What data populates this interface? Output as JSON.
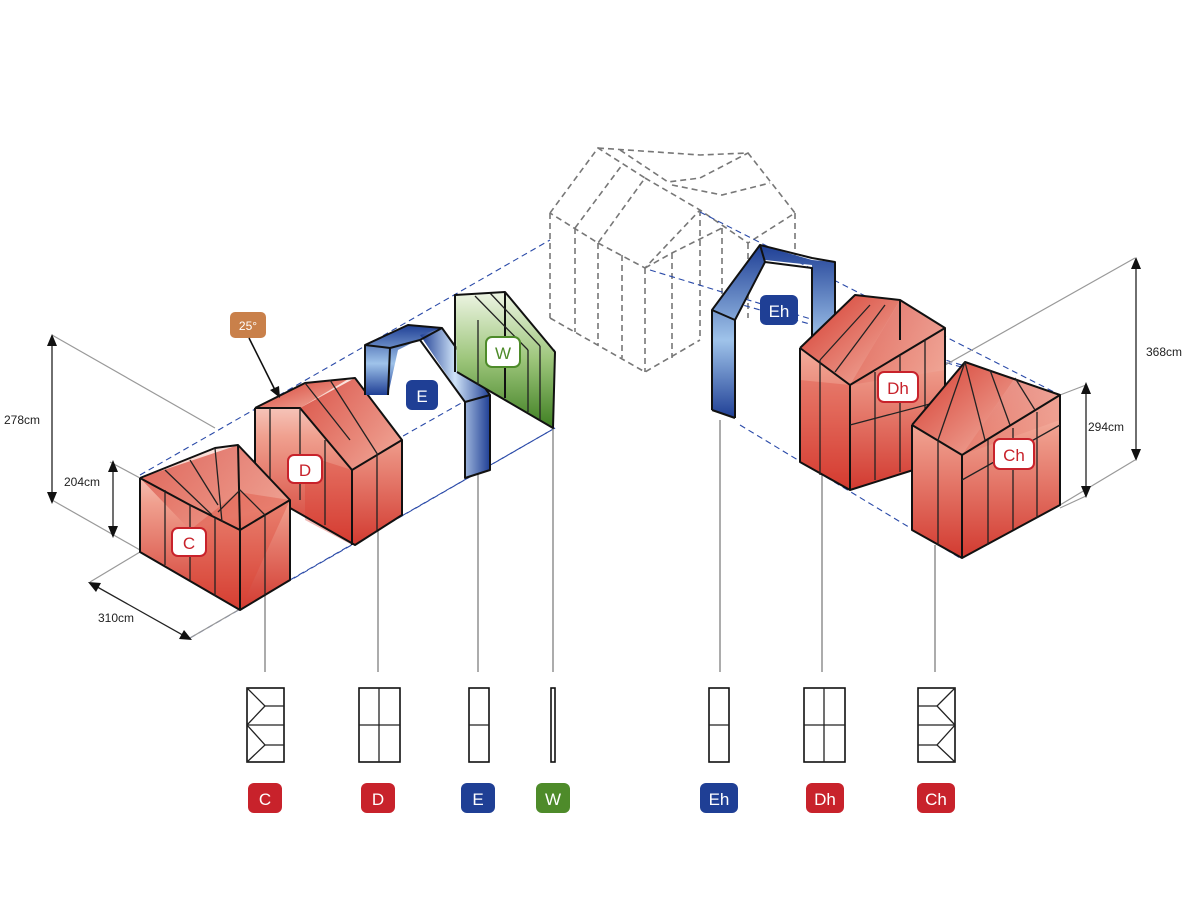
{
  "dimensions": {
    "height_total_left": "278cm",
    "height_wall_left": "204cm",
    "width_left": "310cm",
    "height_total_right": "368cm",
    "height_wall_right": "294cm",
    "roof_angle": "25°"
  },
  "modules": {
    "C": "C",
    "D": "D",
    "E": "E",
    "W": "W",
    "Eh": "Eh",
    "Dh": "Dh",
    "Ch": "Ch"
  },
  "legend": [
    {
      "id": "C",
      "label": "C",
      "color": "#c8222b"
    },
    {
      "id": "D",
      "label": "D",
      "color": "#c8222b"
    },
    {
      "id": "E",
      "label": "E",
      "color": "#1f3f95"
    },
    {
      "id": "W",
      "label": "W",
      "color": "#4e8b2a"
    },
    {
      "id": "Eh",
      "label": "Eh",
      "color": "#1f3f95"
    },
    {
      "id": "Dh",
      "label": "Dh",
      "color": "#c8222b"
    },
    {
      "id": "Ch",
      "label": "Ch",
      "color": "#c8222b"
    }
  ],
  "colors": {
    "red": "#c8222b",
    "blue": "#1f3f95",
    "green": "#4e8b2a",
    "angle_badge": "#c9804a"
  }
}
